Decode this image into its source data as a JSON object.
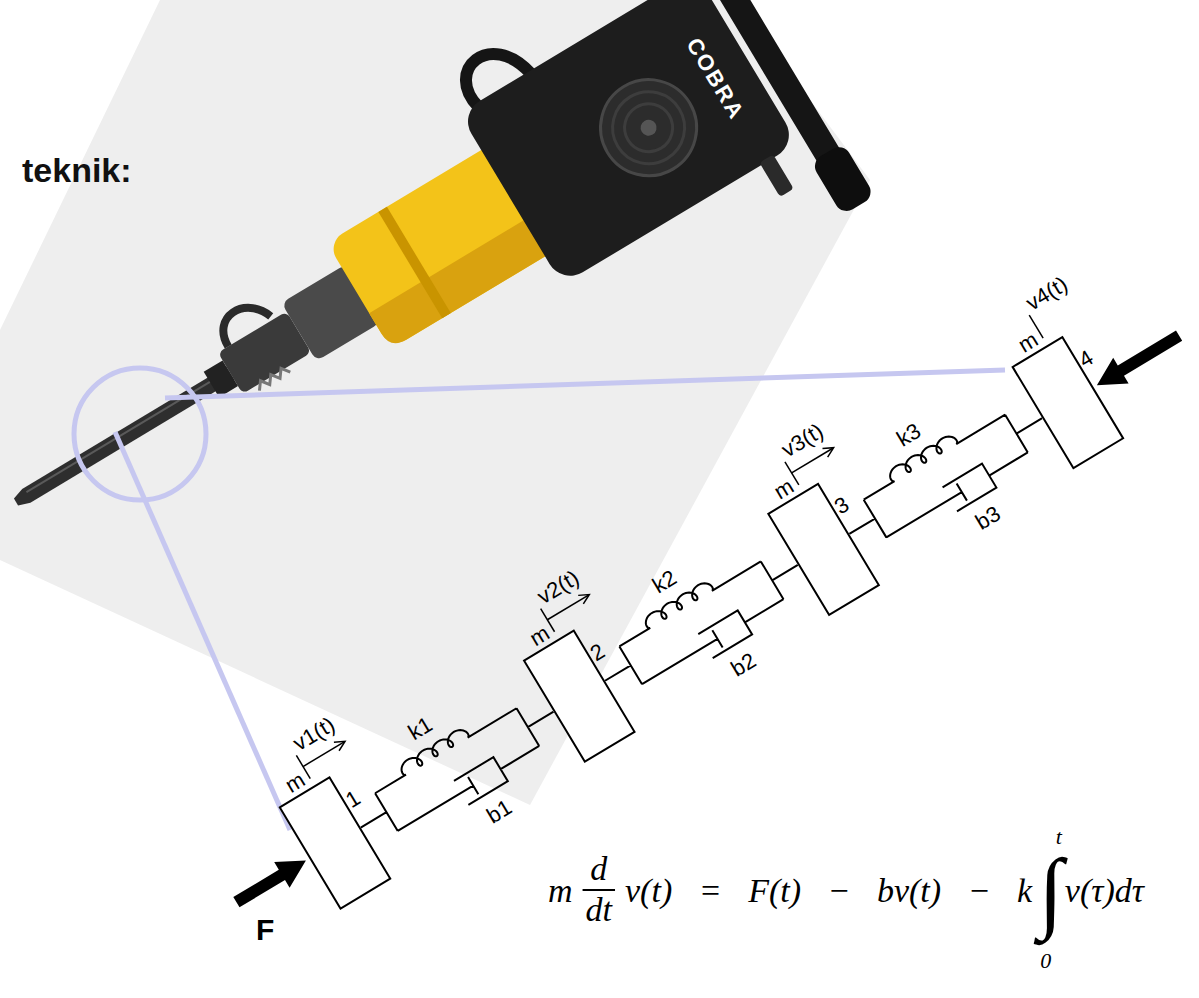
{
  "diagram": {
    "title": "teknik:",
    "nodes": [
      {
        "text": [
          "m",
          "1"
        ]
      },
      {
        "text": [
          "m",
          "2"
        ]
      },
      {
        "text": [
          "m",
          "3"
        ]
      },
      {
        "text": [
          "m",
          "4"
        ]
      }
    ],
    "edges": [
      {
        "from": 0,
        "to": 1,
        "arrow": "none"
      },
      {
        "from": 1,
        "to": 2,
        "arrow": "none"
      },
      {
        "from": 2,
        "to": 3,
        "arrow": "none"
      }
    ],
    "labels": [
      "COBRA",
      "v1(t)",
      "k1",
      "b1",
      "v2(t)",
      "k2",
      "b2",
      "v3(t)",
      "k3",
      "b3",
      "v4(t)",
      "F",
      "m",
      "d",
      "dt",
      "v(t) = F(t) − bv(t) − k",
      "∫",
      "t",
      "0",
      "v(τ)dτ"
    ]
  }
}
